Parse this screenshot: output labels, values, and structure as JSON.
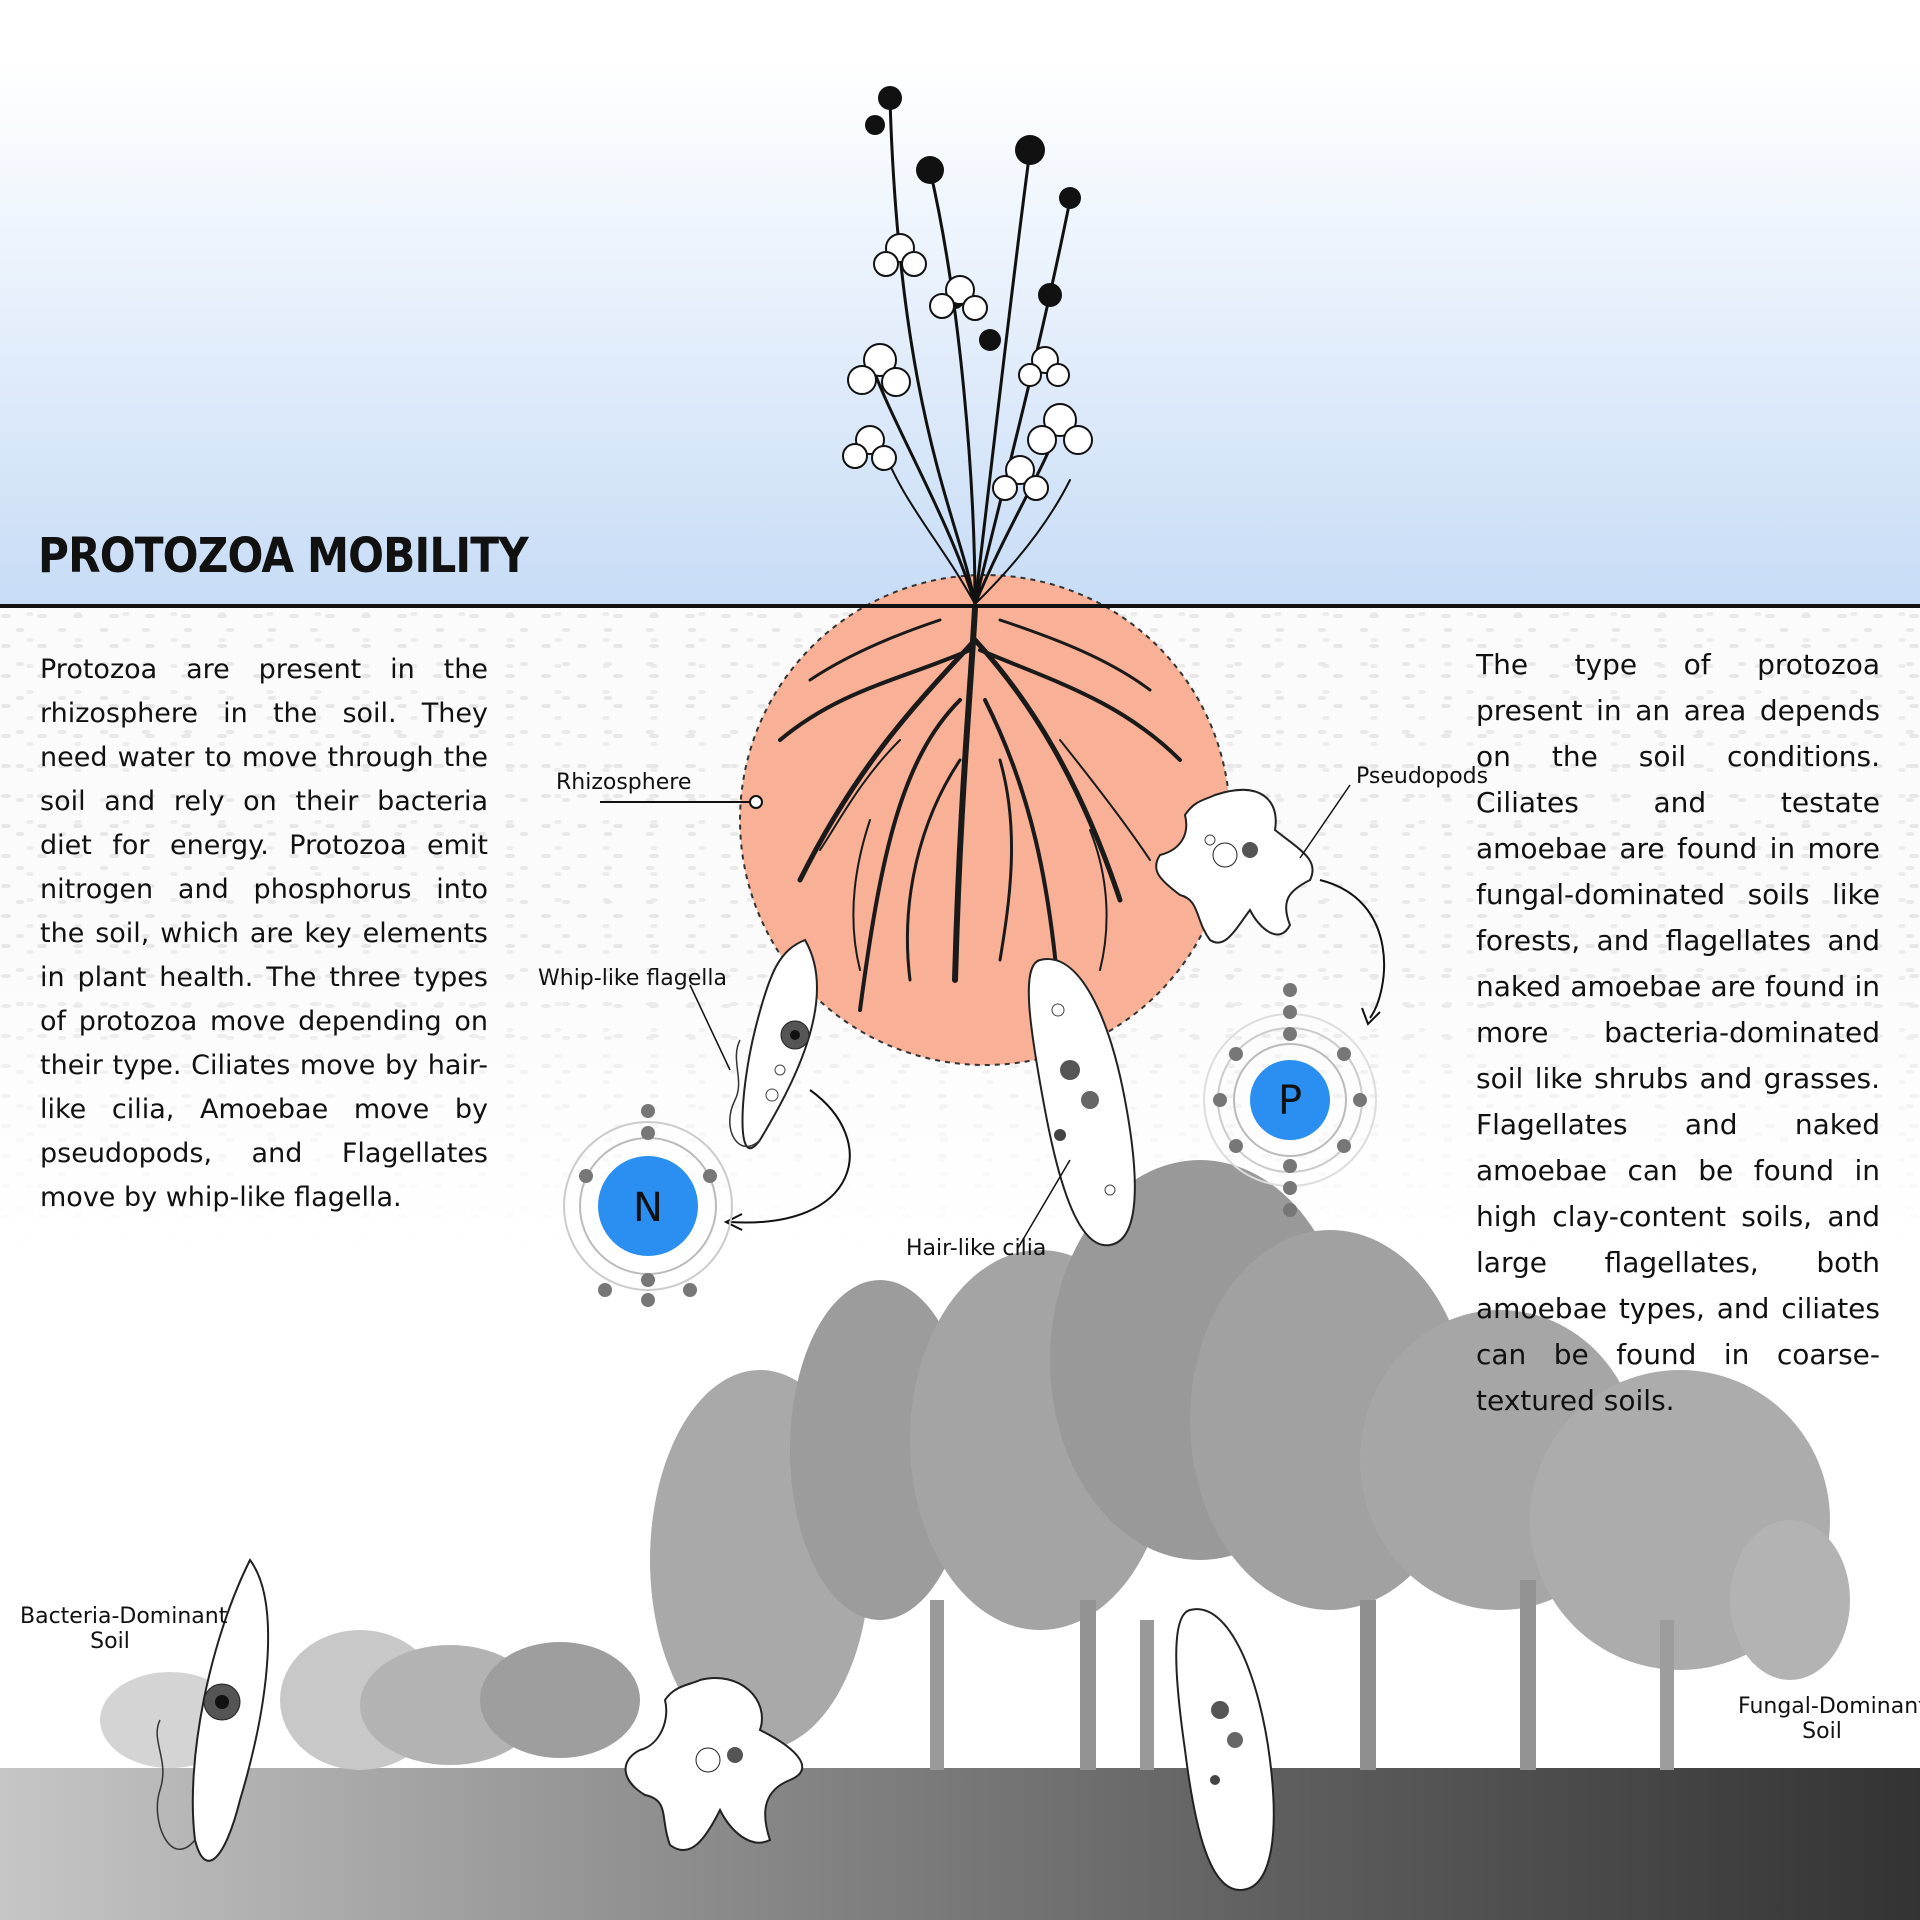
{
  "title": "PROTOZOA MOBILITY",
  "left_text": "Protozoa are present in the rhizosphere in the soil. They need water to move through the soil and rely on their bacteria diet for energy. Protozoa emit nitrogen and phosphorus into the soil, which are key elements in plant health. The three types of protozoa move depending on their type. Ciliates move by hair-like cilia, Amoebae move by pseudopods, and Flagellates move by whip-like flagella.",
  "right_text": "The type of protozoa present in an area depends on the soil conditions. Ciliates and testate amoebae are found in more fungal-dominated soils like forests, and flagellates and naked amoebae are found in more bacteria-dominated soil like shrubs and grasses. Flagellates and naked amoebae can be found in high clay-content soils, and large flagellates, both amoebae types, and ciliates can be found in coarse-textured soils.",
  "labels": {
    "rhizosphere": "Rhizosphere",
    "pseudopods": "Pseudopods",
    "whip_flagella": "Whip-like flagella",
    "hair_cilia": "Hair-like cilia",
    "bacteria_soil_line1": "Bacteria-Dominant",
    "bacteria_soil_line2": "Soil",
    "fungal_soil_line1": "Fungal-Dominant",
    "fungal_soil_line2": "Soil"
  },
  "elements": {
    "nitrogen": "N",
    "phosphorus": "P"
  },
  "colors": {
    "rhizosphere": "#f8b096",
    "element_blue": "#2a8ff0",
    "ink": "#111111",
    "ground_dark": "#333333",
    "ground_light": "#c6c6c6"
  },
  "icons": [
    "plant-silhouette",
    "root-system",
    "flagellate-cell",
    "amoeba-cell",
    "ciliate-cell",
    "nitrogen-atom",
    "phosphorus-atom",
    "tree-silhouette"
  ]
}
